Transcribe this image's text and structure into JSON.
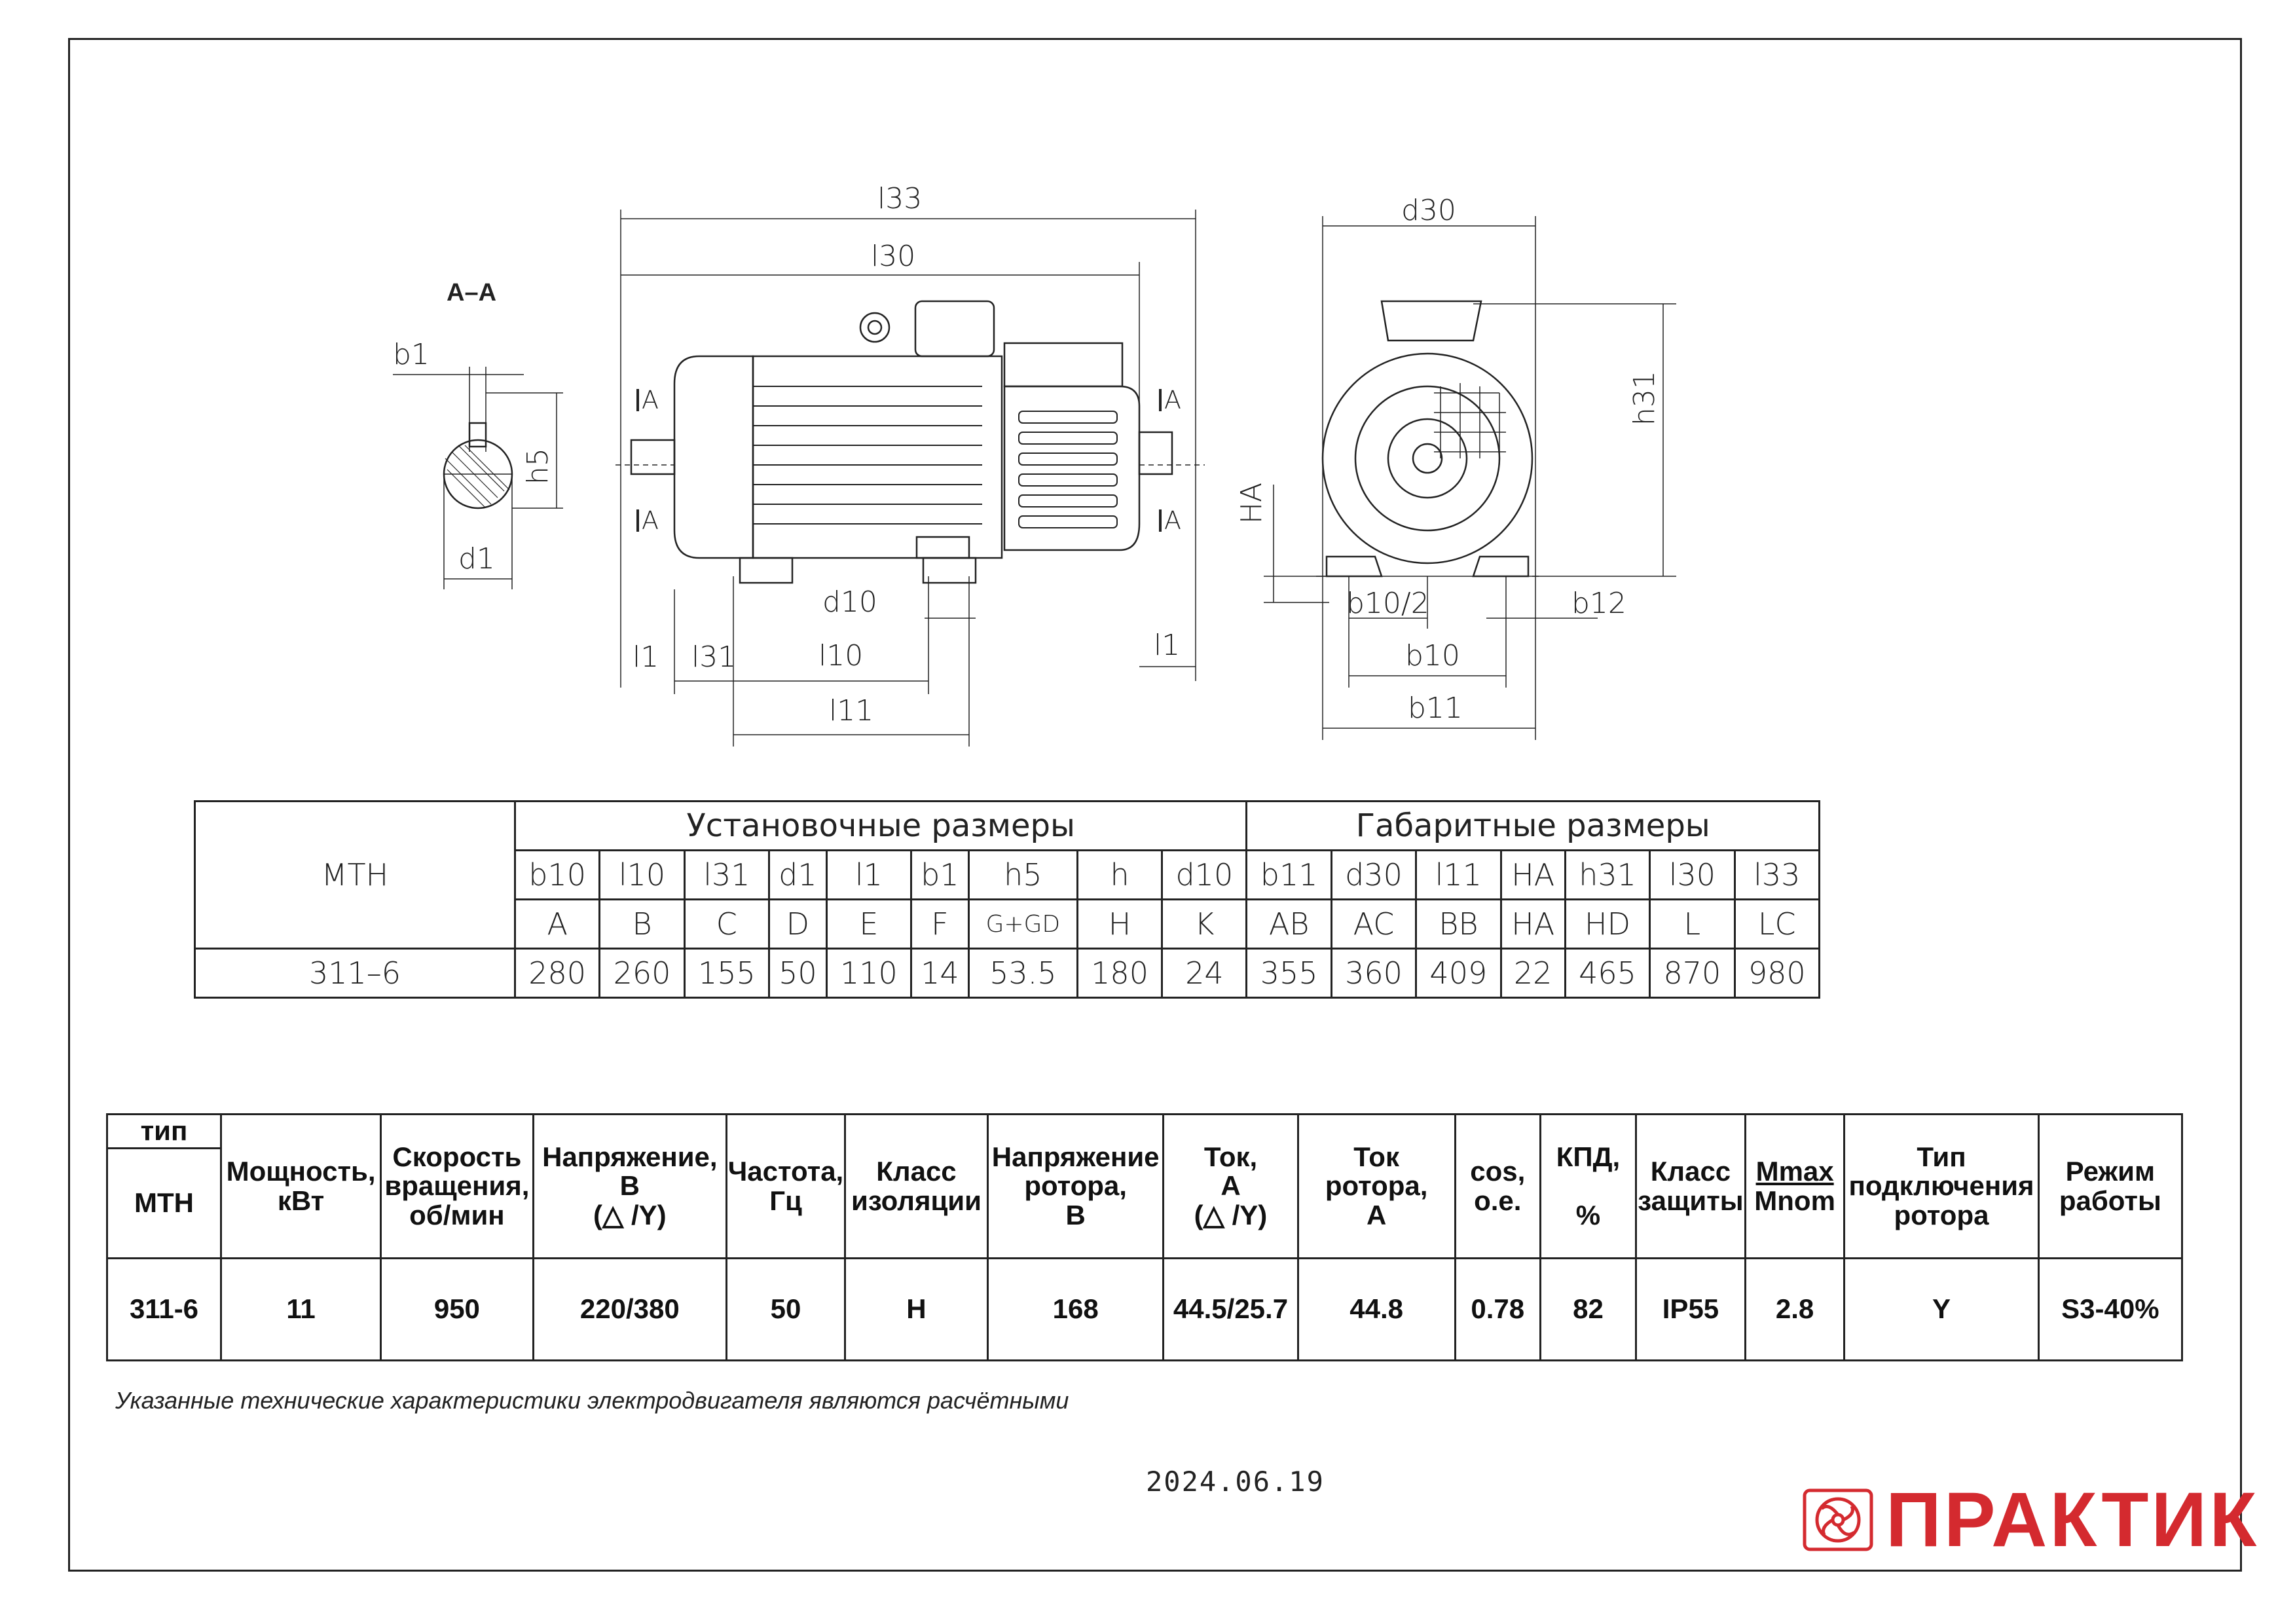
{
  "drawing": {
    "section_label": "А–А",
    "labels": {
      "l33": "l33",
      "l30": "l30",
      "d30": "d30",
      "h31": "h31",
      "b1": "b1",
      "h5": "h5",
      "d1": "d1",
      "d10": "d10",
      "l1": "l1",
      "l31": "l31",
      "l10": "l10",
      "l11": "l11",
      "HA": "HA",
      "b10_2": "b10/2",
      "b10": "b10",
      "b11": "b11",
      "b12": "b12",
      "A": "A"
    }
  },
  "dims_table": {
    "model_header": "МТН",
    "group1_title": "Установочные размеры",
    "group2_title": "Габаритные размеры",
    "codes": [
      "b10",
      "l10",
      "l31",
      "d1",
      "l1",
      "b1",
      "h5",
      "h",
      "d10",
      "b11",
      "d30",
      "l11",
      "HA",
      "h31",
      "l30",
      "l33"
    ],
    "letters": [
      "A",
      "B",
      "C",
      "D",
      "E",
      "F",
      "G+GD",
      "H",
      "K",
      "AB",
      "AC",
      "BB",
      "HA",
      "HD",
      "L",
      "LC"
    ],
    "model": "311–6",
    "values": [
      "280",
      "260",
      "155",
      "50",
      "110",
      "14",
      "53.5",
      "180",
      "24",
      "355",
      "360",
      "409",
      "22",
      "465",
      "870",
      "980"
    ]
  },
  "specs_table": {
    "type_label": "тип",
    "series_label": "МТН",
    "headers": {
      "power": "Мощность, кВт",
      "speed_1": "Скорость",
      "speed_2": "вращения,",
      "speed_3": "об/мин",
      "voltage_1": "Напряжение,",
      "voltage_2": "В",
      "voltage_3": "(△ /Y)",
      "freq_1": "Частота,",
      "freq_2": "Гц",
      "insul_1": "Класс",
      "insul_2": "изоляции",
      "rotor_v_1": "Напряжение",
      "rotor_v_2": "ротора,",
      "rotor_v_3": "В",
      "current_1": "Ток,",
      "current_2": "А",
      "current_3": "(△ /Y)",
      "rotor_i_1": "Ток ротора,",
      "rotor_i_2": "А",
      "cos_1": "cos,",
      "cos_2": "о.е.",
      "eff_1": "КПД,",
      "eff_2": "%",
      "prot_1": "Класс",
      "prot_2": "защиты",
      "mm_1": "Mmax",
      "mm_2": "Mnom",
      "conn_1": "Тип",
      "conn_2": "подключения",
      "conn_3": "ротора",
      "mode_1": "Режим",
      "mode_2": "работы"
    },
    "row": {
      "model": "311-6",
      "power": "11",
      "speed": "950",
      "voltage": "220/380",
      "freq": "50",
      "insul": "H",
      "rotor_v": "168",
      "current": "44.5/25.7",
      "rotor_i": "44.8",
      "cos": "0.78",
      "eff": "82",
      "prot": "IP55",
      "mm": "2.8",
      "conn": "Y",
      "mode": "S3-40%"
    }
  },
  "note": "Указанные технические характеристики электродвигателя являются расчётными",
  "date": "2024.06.19",
  "logo": {
    "text": "ПРАКТИК",
    "color": "#d42a2f",
    "icon": "fan-logo-icon"
  }
}
